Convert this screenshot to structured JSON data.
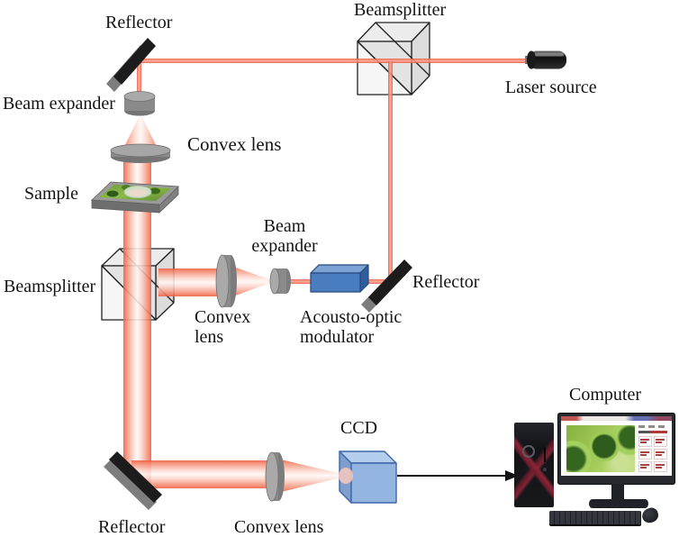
{
  "labels": {
    "reflector_top": "Reflector",
    "beamsplitter_top": "Beamsplitter",
    "laser_source": "Laser source",
    "beam_expander_left": "Beam expander",
    "convex_lens_top": "Convex lens",
    "sample": "Sample",
    "beam_expander_mid_line1": "Beam",
    "beam_expander_mid_line2": "expander",
    "beamsplitter_left": "Beamsplitter",
    "convex_lens_mid_line1": "Convex",
    "convex_lens_mid_line2": "lens",
    "aom_line1": "Acousto-optic",
    "aom_line2": "modulator",
    "reflector_right": "Reflector",
    "ccd": "CCD",
    "computer": "Computer",
    "reflector_bottom": "Reflector",
    "convex_lens_bottom": "Convex lens"
  },
  "colors": {
    "beam_edge": "#ee5a41",
    "beam_center": "#fff6f3",
    "mirror_black": "#1c1c1c",
    "component_gray": "#8a8a8a",
    "aom_front": "#4a7cc0",
    "ccd_front": "#93b5e0",
    "cube_fill": "#ededed",
    "text": "#141414"
  }
}
